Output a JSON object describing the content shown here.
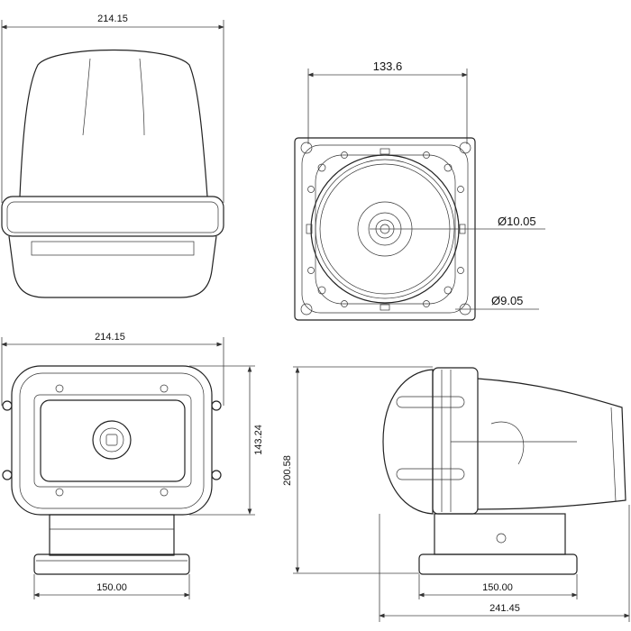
{
  "title": "Searchlight dimensional drawing",
  "views": {
    "top": {
      "width_label": "214.15"
    },
    "mount": {
      "bolt_spacing_label": "133.6",
      "center_hole_label": "Ø10.05",
      "bolt_hole_label": "Ø9.05"
    },
    "front": {
      "width_label": "214.15",
      "head_height_label": "143.24",
      "base_width_label": "150.00"
    },
    "side": {
      "total_height_label": "200.58",
      "base_width_label": "150.00",
      "total_length_label": "241.45"
    }
  }
}
